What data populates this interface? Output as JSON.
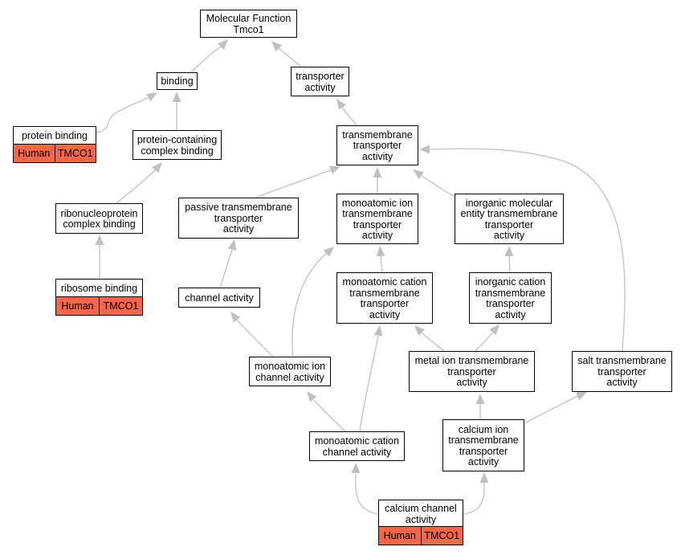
{
  "colors": {
    "edge": "#c0c0c0",
    "annotation_fill": "#f4664a",
    "node_border": "#000000",
    "node_fill": "#ffffff"
  },
  "nodes": {
    "molecular_function": {
      "lines": [
        "Molecular Function",
        "Tmco1"
      ]
    },
    "binding": {
      "lines": [
        "binding"
      ]
    },
    "transporter_activity": {
      "lines": [
        "transporter",
        "activity"
      ]
    },
    "protein_binding": {
      "lines": [
        "protein binding"
      ],
      "annotation": {
        "species": "Human",
        "gene": "TMCO1"
      }
    },
    "protein_containing_complex_binding": {
      "lines": [
        "protein-containing",
        "complex binding"
      ]
    },
    "transmembrane_transporter_activity": {
      "lines": [
        "transmembrane",
        "transporter",
        "activity"
      ]
    },
    "ribonucleoprotein_complex_binding": {
      "lines": [
        "ribonucleoprotein",
        "complex binding"
      ]
    },
    "passive_transmembrane_transporter_activity": {
      "lines": [
        "passive transmembrane",
        "transporter",
        "activity"
      ]
    },
    "monoatomic_ion_transmembrane_transporter_activity": {
      "lines": [
        "monoatomic ion",
        "transmembrane",
        "transporter",
        "activity"
      ]
    },
    "inorganic_molecular_entity_transmembrane_transporter_activity": {
      "lines": [
        "inorganic molecular",
        "entity transmembrane",
        "transporter",
        "activity"
      ]
    },
    "ribosome_binding": {
      "lines": [
        "ribosome binding"
      ],
      "annotation": {
        "species": "Human",
        "gene": "TMCO1"
      }
    },
    "channel_activity": {
      "lines": [
        "channel activity"
      ]
    },
    "monoatomic_cation_transmembrane_transporter_activity": {
      "lines": [
        "monoatomic cation",
        "transmembrane",
        "transporter",
        "activity"
      ]
    },
    "inorganic_cation_transmembrane_transporter_activity": {
      "lines": [
        "inorganic cation",
        "transmembrane",
        "transporter",
        "activity"
      ]
    },
    "monoatomic_ion_channel_activity": {
      "lines": [
        "monoatomic ion",
        "channel activity"
      ]
    },
    "metal_ion_transmembrane_transporter_activity": {
      "lines": [
        "metal ion transmembrane",
        "transporter",
        "activity"
      ]
    },
    "salt_transmembrane_transporter_activity": {
      "lines": [
        "salt transmembrane",
        "transporter",
        "activity"
      ]
    },
    "monoatomic_cation_channel_activity": {
      "lines": [
        "monoatomic cation",
        "channel activity"
      ]
    },
    "calcium_ion_transmembrane_transporter_activity": {
      "lines": [
        "calcium ion",
        "transmembrane",
        "transporter",
        "activity"
      ]
    },
    "calcium_channel_activity": {
      "lines": [
        "calcium channel",
        "activity"
      ],
      "annotation": {
        "species": "Human",
        "gene": "TMCO1"
      }
    }
  },
  "edges": [
    {
      "from": "binding",
      "to": "molecular_function"
    },
    {
      "from": "transporter_activity",
      "to": "molecular_function"
    },
    {
      "from": "protein_binding",
      "to": "binding"
    },
    {
      "from": "protein_containing_complex_binding",
      "to": "binding"
    },
    {
      "from": "transmembrane_transporter_activity",
      "to": "transporter_activity"
    },
    {
      "from": "ribonucleoprotein_complex_binding",
      "to": "protein_containing_complex_binding"
    },
    {
      "from": "passive_transmembrane_transporter_activity",
      "to": "transmembrane_transporter_activity"
    },
    {
      "from": "monoatomic_ion_transmembrane_transporter_activity",
      "to": "transmembrane_transporter_activity"
    },
    {
      "from": "inorganic_molecular_entity_transmembrane_transporter_activity",
      "to": "transmembrane_transporter_activity"
    },
    {
      "from": "salt_transmembrane_transporter_activity",
      "to": "transmembrane_transporter_activity"
    },
    {
      "from": "ribosome_binding",
      "to": "ribonucleoprotein_complex_binding"
    },
    {
      "from": "channel_activity",
      "to": "passive_transmembrane_transporter_activity"
    },
    {
      "from": "monoatomic_cation_transmembrane_transporter_activity",
      "to": "monoatomic_ion_transmembrane_transporter_activity"
    },
    {
      "from": "inorganic_cation_transmembrane_transporter_activity",
      "to": "inorganic_molecular_entity_transmembrane_transporter_activity"
    },
    {
      "from": "monoatomic_ion_channel_activity",
      "to": "channel_activity"
    },
    {
      "from": "monoatomic_ion_channel_activity",
      "to": "monoatomic_ion_transmembrane_transporter_activity"
    },
    {
      "from": "metal_ion_transmembrane_transporter_activity",
      "to": "monoatomic_cation_transmembrane_transporter_activity"
    },
    {
      "from": "metal_ion_transmembrane_transporter_activity",
      "to": "inorganic_cation_transmembrane_transporter_activity"
    },
    {
      "from": "monoatomic_cation_channel_activity",
      "to": "monoatomic_ion_channel_activity"
    },
    {
      "from": "monoatomic_cation_channel_activity",
      "to": "monoatomic_cation_transmembrane_transporter_activity"
    },
    {
      "from": "calcium_ion_transmembrane_transporter_activity",
      "to": "metal_ion_transmembrane_transporter_activity"
    },
    {
      "from": "calcium_ion_transmembrane_transporter_activity",
      "to": "salt_transmembrane_transporter_activity"
    },
    {
      "from": "calcium_channel_activity",
      "to": "monoatomic_cation_channel_activity"
    },
    {
      "from": "calcium_channel_activity",
      "to": "calcium_ion_transmembrane_transporter_activity"
    }
  ]
}
